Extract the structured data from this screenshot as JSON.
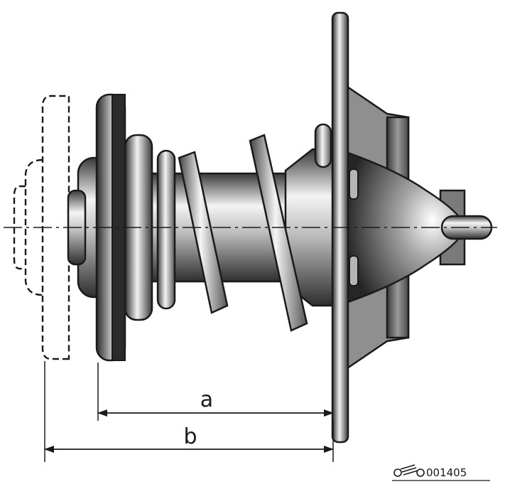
{
  "dimensions": {
    "a_label": "a",
    "b_label": "b"
  },
  "figure_code": "001405",
  "colors": {
    "line": "#1a1a1a",
    "metal_dark": "#2b2b2b",
    "metal_light": "#f2f2f2",
    "metal_mid": "#9a9a9a"
  }
}
